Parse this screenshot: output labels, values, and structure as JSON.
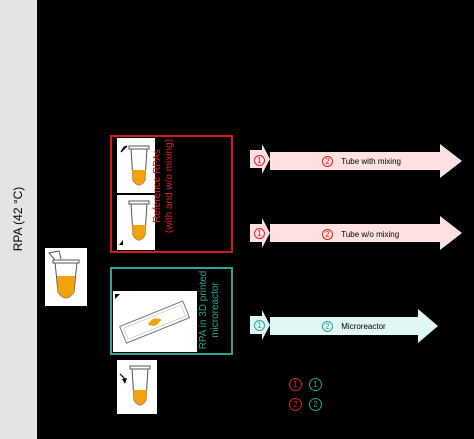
{
  "sidebar": {
    "label": "RPA (42 °C)"
  },
  "groups": {
    "reference": {
      "label_line1": "Reference RPAs",
      "label_line2": "(with and w/o mixing)"
    },
    "microreactor": {
      "label_line1": "RPA in 3D printed",
      "label_line2": "microreactor"
    }
  },
  "rows": [
    {
      "step1": "1",
      "step2": "2",
      "label": "Tube with mixing"
    },
    {
      "step1": "1",
      "step2": "2",
      "label": "Tube w/o mixing"
    },
    {
      "step1": "1",
      "step2": "2",
      "label": "Microreactor"
    }
  ],
  "legend": {
    "r1": "1",
    "r2": "2",
    "g1": "1",
    "g2": "2"
  },
  "colors": {
    "red": "#e02020",
    "teal": "#2aa593",
    "arrow_pink": "#fde0e0",
    "arrow_cyan": "#e0f7f4",
    "liquid": "#f2a20c"
  }
}
